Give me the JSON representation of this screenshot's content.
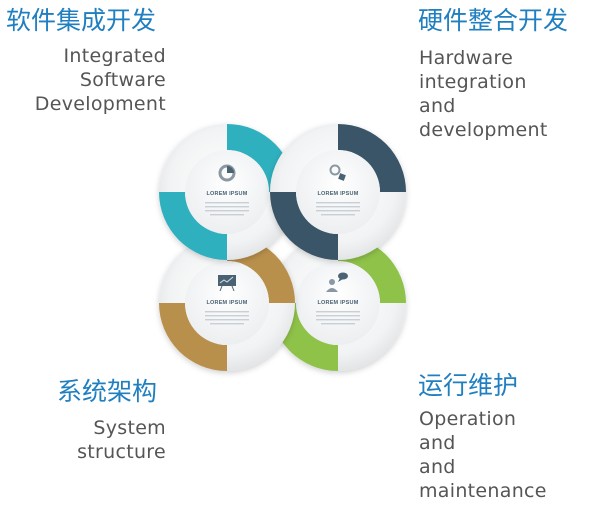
{
  "quadrants": {
    "top_left": {
      "title": "软件集成开发",
      "description": "Integrated\nSoftware\nDevelopment",
      "color": "#2fb0be",
      "icon": "pie-chart-icon",
      "badge": "LOREM IPSUM"
    },
    "top_right": {
      "title": "硬件整合开发",
      "description": "Hardware\nintegration\n and\ndevelopment",
      "color": "#3b5468",
      "icon": "magnifier-icon",
      "badge": "LOREM IPSUM"
    },
    "bottom_left": {
      "title": "系统架构",
      "description": "System\nstructure",
      "color": "#b9904c",
      "icon": "presentation-board-icon",
      "badge": "LOREM IPSUM"
    },
    "bottom_right": {
      "title": "运行维护",
      "description": "Operation\nand\n and\nmaintenance",
      "color": "#8fc24a",
      "icon": "user-chat-icon",
      "badge": "LOREM IPSUM"
    }
  }
}
